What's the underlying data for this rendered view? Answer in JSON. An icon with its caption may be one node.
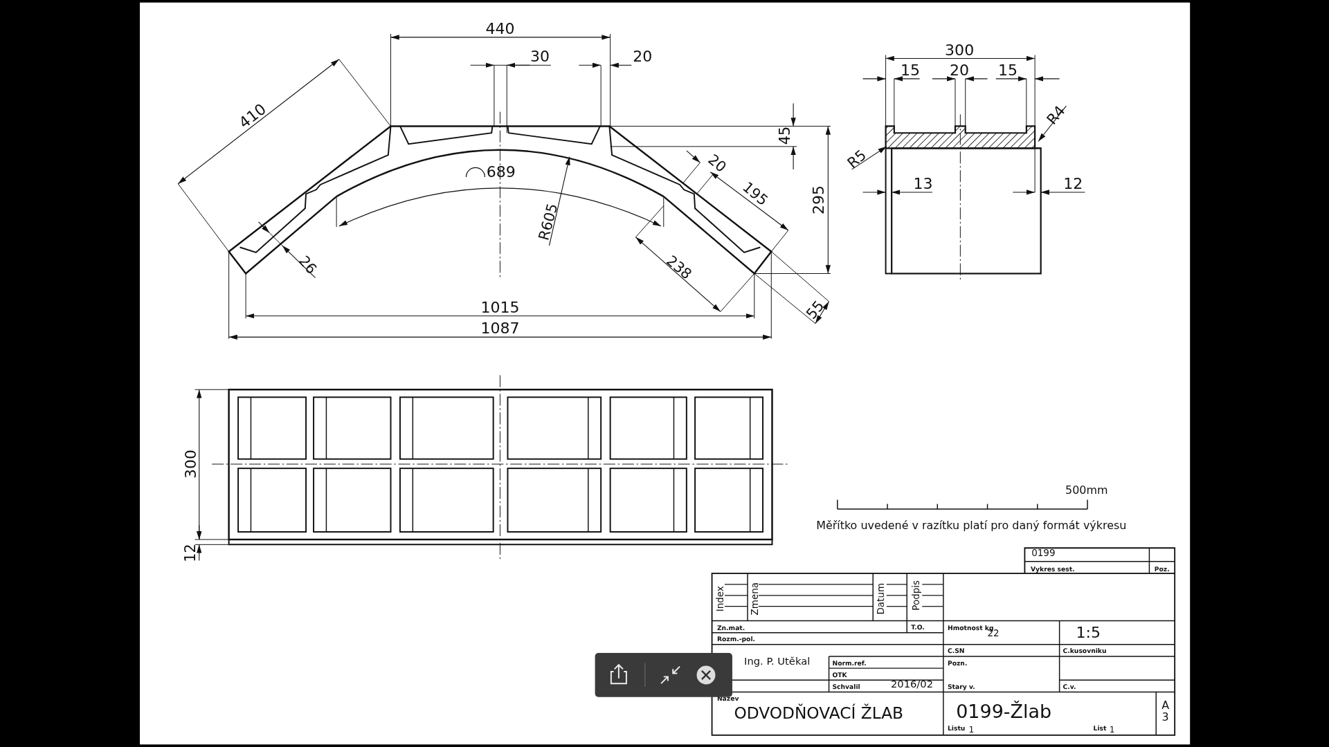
{
  "diagram": {
    "labels": [
      "440",
      "30",
      "20",
      "410",
      "45",
      "20",
      "689",
      "195",
      "R605",
      "295",
      "26",
      "238",
      "55",
      "1015",
      "1087",
      "300",
      "15",
      "20",
      "15",
      "R4",
      "R5",
      "13",
      "12",
      "300",
      "12",
      "500mm",
      "Měřítko uvedené v razítku platí pro daný formát výkresu",
      "0199",
      "Vykres sest.",
      "Poz.",
      "Index",
      "Zmena",
      "Datum",
      "Podpis",
      "Zn.mat.",
      "T.O.",
      "Hmotnost kg",
      "22",
      "1:5",
      "Rozm.-pol.",
      "C.SN",
      "C.kusovniku",
      "Ing. P. Utěkal",
      "Norm.ref.",
      "Pozn.",
      "OTK",
      "Schvalil",
      "2016/02",
      "Stary v.",
      "C.v.",
      "Nazev",
      "ODVODŇOVACÍ ŽLAB",
      "0199-Žlab",
      "A 3",
      "Listu",
      "1",
      "List",
      "1"
    ]
  }
}
